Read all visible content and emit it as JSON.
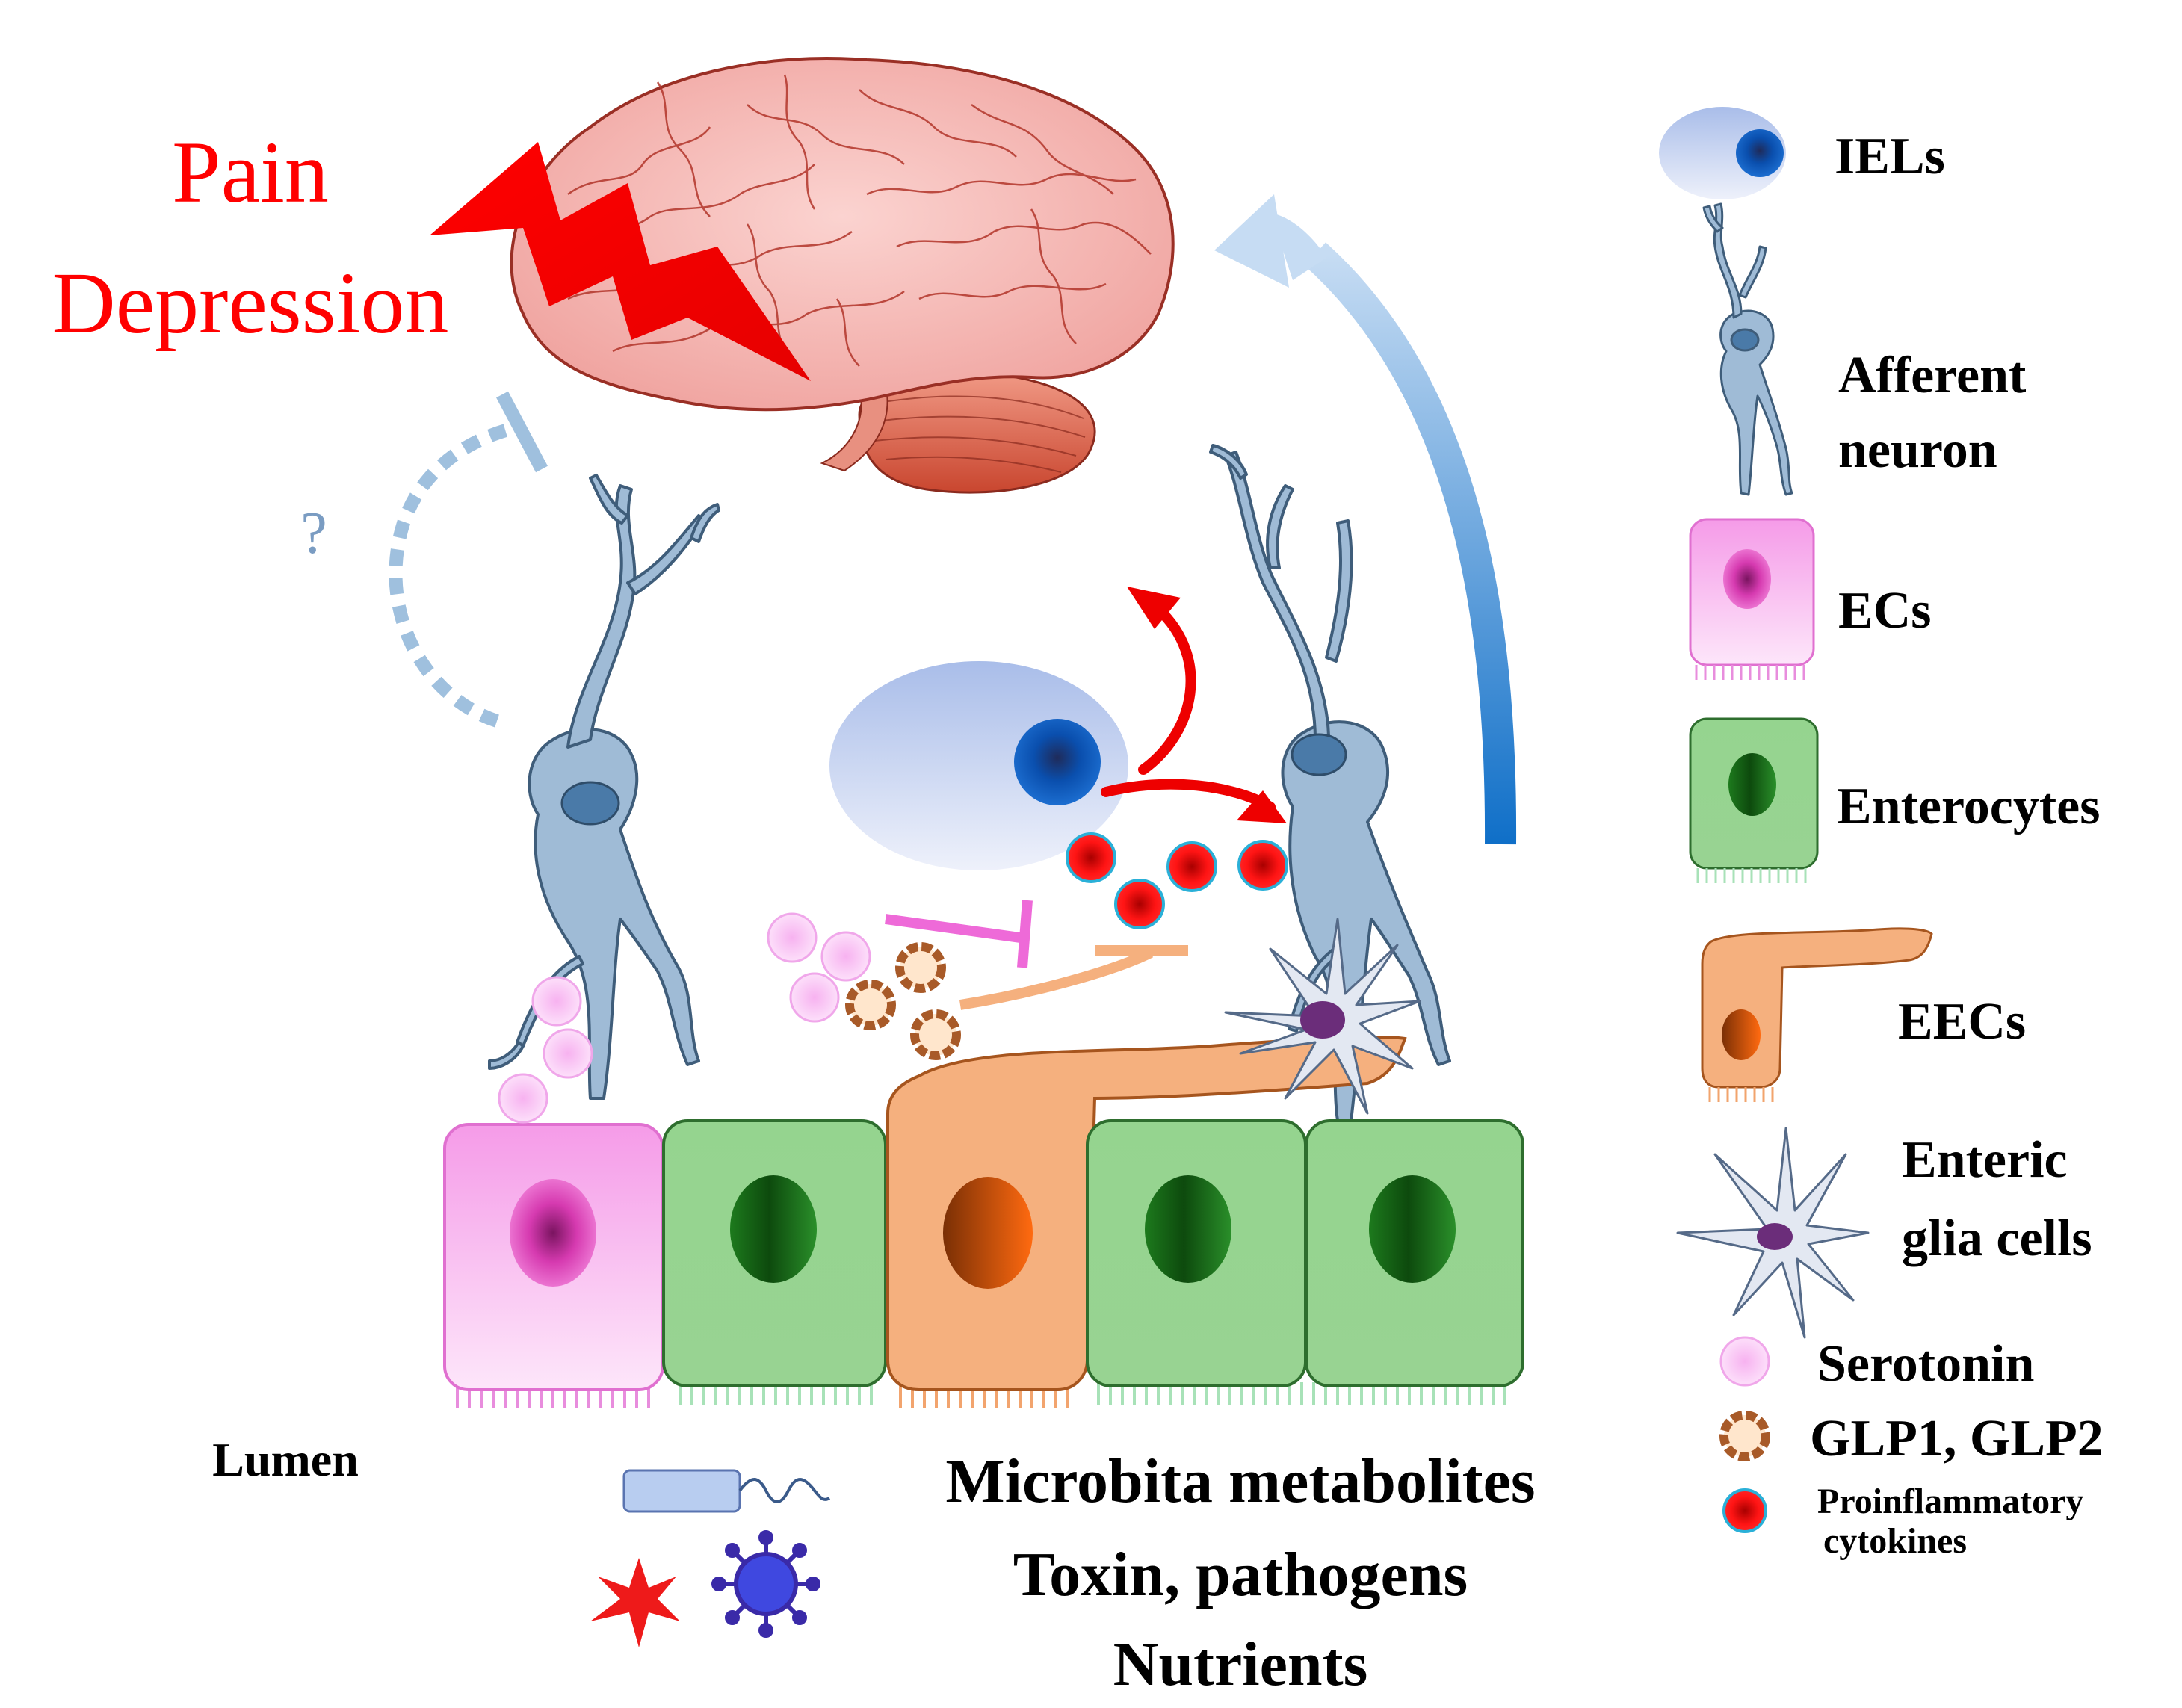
{
  "figure": {
    "brain_labels": [
      "Pain",
      "Depression"
    ],
    "question_mark": "?",
    "lumen_label": "Lumen",
    "bottom_lines": [
      "Microbita metabolites",
      "Toxin, pathogens",
      "Nutrients"
    ]
  },
  "legend": {
    "iels": "IELs",
    "afferent_line1": "Afferent",
    "afferent_line2": "neuron",
    "ecs": "ECs",
    "enterocytes": "Enterocytes",
    "eecs": "EECs",
    "glia_line1": "Enteric",
    "glia_line2": "glia cells",
    "serotonin": "Serotonin",
    "glp": "GLP1, GLP2",
    "cytokines_line1": "Proinflammatory",
    "cytokines_line2": "cytokines"
  },
  "colors": {
    "pain_red": "#ff0000",
    "ec_pink": "#f7a8ee",
    "enterocyte_green": "#8fd08a",
    "eec_orange": "#f5b07e",
    "neuron_blue": "#9fbbd6",
    "iel_blue": "#b5c8ee",
    "arrow_blue": "#2a8ad6"
  }
}
